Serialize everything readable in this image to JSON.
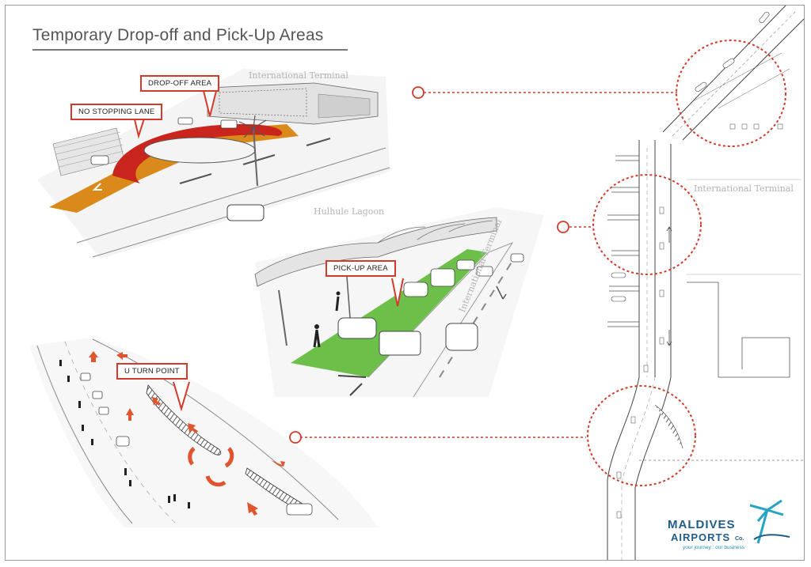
{
  "title": "Temporary Drop-off and Pick-Up Areas",
  "callouts": {
    "drop_off": "DROP-OFF AREA",
    "no_stopping": "NO STOPPING LANE",
    "pick_up": "PICK-UP AREA",
    "u_turn": "U TURN POINT"
  },
  "place_labels": {
    "terminal_top": "International Terminal",
    "lagoon": "Hulhule Lagoon",
    "terminal_map": "International Terminal",
    "terminal_rotated": "International Terminal"
  },
  "logo": {
    "line1": "MALDIVES",
    "line2": "AIRPORTS",
    "suffix": "Co.",
    "tagline": "your journey : our business"
  },
  "colors": {
    "accent_red": "#d23b2b",
    "drop_off_orange": "#d98a1a",
    "pick_up_green": "#6cc04a",
    "logo_blue": "#1f5c8a",
    "logo_cyan": "#27a3c4"
  }
}
